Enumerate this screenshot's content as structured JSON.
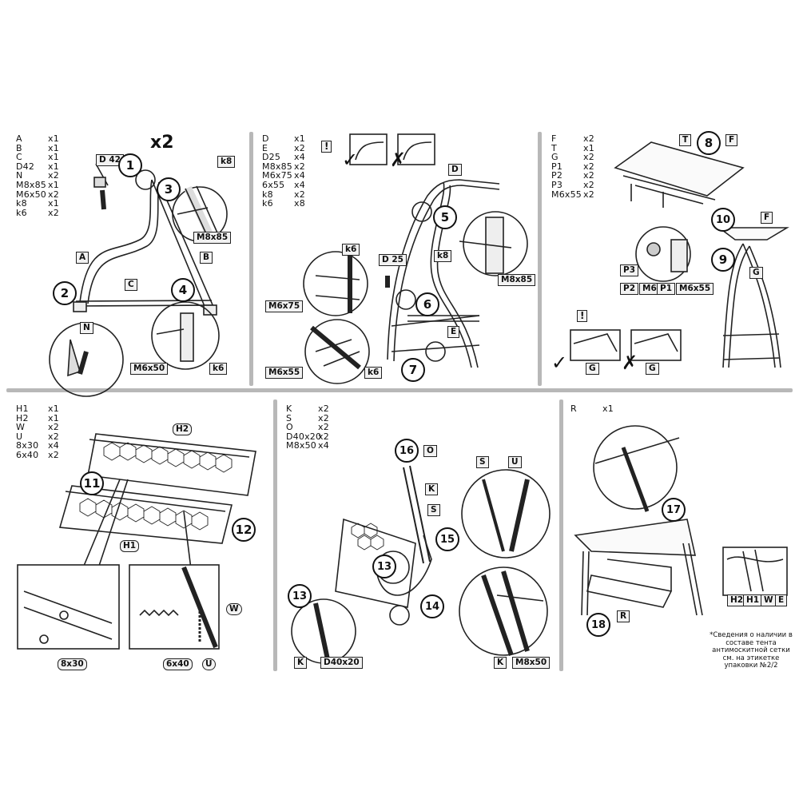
{
  "panel1": {
    "parts": [
      [
        "A",
        "x1"
      ],
      [
        "B",
        "x1"
      ],
      [
        "C",
        "x1"
      ],
      [
        "D42",
        "x1"
      ],
      [
        "N",
        "x2"
      ],
      [
        "M8x85",
        "x1"
      ],
      [
        "M6x50",
        "x2"
      ],
      [
        "k8",
        "x1"
      ],
      [
        "k6",
        "x2"
      ]
    ],
    "multiplier": "x2",
    "labels": {
      "d42": "D 42",
      "k8": "k8",
      "m8x85": "M8x85",
      "a": "A",
      "b": "B",
      "c": "C",
      "n": "N",
      "m6x50": "M6x50",
      "k6": "k6"
    },
    "steps": [
      "1",
      "2",
      "3",
      "4"
    ]
  },
  "panel2": {
    "parts": [
      [
        "D",
        "x1"
      ],
      [
        "E",
        "x2"
      ],
      [
        "D25",
        "x4"
      ],
      [
        "M8x85",
        "x2"
      ],
      [
        "M6x75",
        "x4"
      ],
      [
        "6x55",
        "x4"
      ],
      [
        "k8",
        "x2"
      ],
      [
        "k6",
        "x8"
      ]
    ],
    "labels": {
      "d": "D",
      "k6top": "k6",
      "d25": "D 25",
      "k8": "k8",
      "m8x85": "M8x85",
      "m6x75": "M6x75",
      "e": "E",
      "m6x55": "M6x55",
      "k6bot": "k6"
    },
    "steps": [
      "5",
      "6",
      "7"
    ]
  },
  "panel3": {
    "parts": [
      [
        "F",
        "x2"
      ],
      [
        "T",
        "x1"
      ],
      [
        "G",
        "x2"
      ],
      [
        "P1",
        "x2"
      ],
      [
        "P2",
        "x2"
      ],
      [
        "P3",
        "x2"
      ],
      [
        "M6x55",
        "x2"
      ]
    ],
    "labels": {
      "t": "T",
      "f": "F",
      "f2": "F",
      "p3": "P3",
      "p2": "P2",
      "m6": "M6",
      "p1": "P1",
      "m6x55": "M6x55",
      "g": "G",
      "g1": "G",
      "g2": "G"
    },
    "steps": [
      "8",
      "9",
      "10"
    ]
  },
  "panel4": {
    "parts": [
      [
        "H1",
        "x1"
      ],
      [
        "H2",
        "x1"
      ],
      [
        "W",
        "x2"
      ],
      [
        "U",
        "x2"
      ],
      [
        "8x30",
        "x4"
      ],
      [
        "6x40",
        "x2"
      ]
    ],
    "labels": {
      "h2": "H2",
      "h1": "H1",
      "w": "W",
      "u": "U",
      "b830": "8x30",
      "b640": "6x40"
    },
    "steps": [
      "11",
      "12"
    ]
  },
  "panel5": {
    "parts": [
      [
        "K",
        "x2"
      ],
      [
        "S",
        "x2"
      ],
      [
        "O",
        "x2"
      ],
      [
        "D40x20",
        "x2"
      ],
      [
        "M8x50",
        "x4"
      ]
    ],
    "labels": {
      "o": "O",
      "k": "K",
      "s": "S",
      "s2": "S",
      "u": "U",
      "k2": "K",
      "d40x20": "D40x20",
      "k3": "K",
      "m8x50": "M8x50"
    },
    "steps": [
      "16",
      "15",
      "13",
      "14",
      "13"
    ]
  },
  "panel6": {
    "parts": [
      [
        "R",
        "x1"
      ]
    ],
    "labels": {
      "r": "R",
      "h2": "H2",
      "h1": "H1",
      "w": "W",
      "e": "E"
    },
    "steps": [
      "17",
      "18"
    ],
    "note": "*Сведения о наличии в составе тента антимоскитной сетки см. на этикетке упаковки №2/2"
  }
}
